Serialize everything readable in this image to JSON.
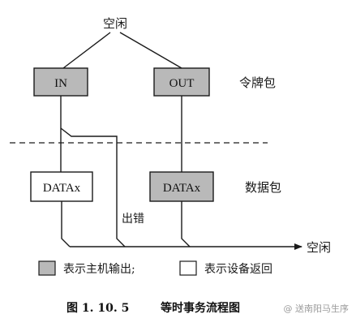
{
  "diagram": {
    "idle_top": "空闲",
    "idle_right": "空闲",
    "token_packet": "令牌包",
    "data_packet": "数据包",
    "error": "出错",
    "boxes": {
      "in": "IN",
      "out": "OUT",
      "data_left": "DATAx",
      "data_right": "DATAx"
    },
    "legend": {
      "host_output": "表示主机输出;",
      "device_return": "表示设备返回"
    },
    "caption": {
      "number": "图 1. 10. 5",
      "title": "等时事务流程图"
    },
    "watermark": "@ 送南阳马生序",
    "colors": {
      "host_fill": "#b9b9b9",
      "device_fill": "#ffffff",
      "line": "#1a1a1a"
    }
  }
}
